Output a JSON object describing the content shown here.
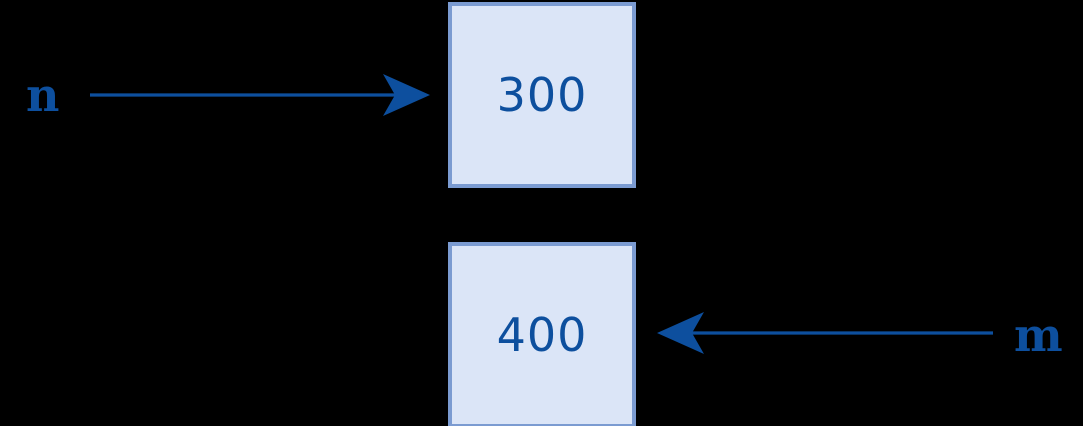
{
  "diagram": {
    "title": "Variable reference diagram",
    "background_color": "#000000",
    "accent_color": "#0d4f9e",
    "box_fill_color": "#dbe5f7",
    "box_border_color": "#7b9bd1"
  },
  "variables": [
    {
      "name": "n",
      "label": "n",
      "points_to": "300",
      "arrow_direction": "right"
    },
    {
      "name": "m",
      "label": "m",
      "points_to": "400",
      "arrow_direction": "left"
    }
  ],
  "boxes": [
    {
      "name": "box-300",
      "value": "300"
    },
    {
      "name": "box-400",
      "value": "400"
    }
  ]
}
